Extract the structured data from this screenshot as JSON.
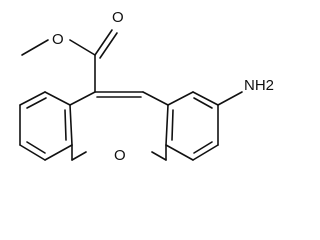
{
  "molecule": {
    "atom_labels": {
      "carbonyl_oxygen": "O",
      "ester_oxygen": "O",
      "ring_oxygen": "O",
      "amine": "NH2"
    }
  }
}
